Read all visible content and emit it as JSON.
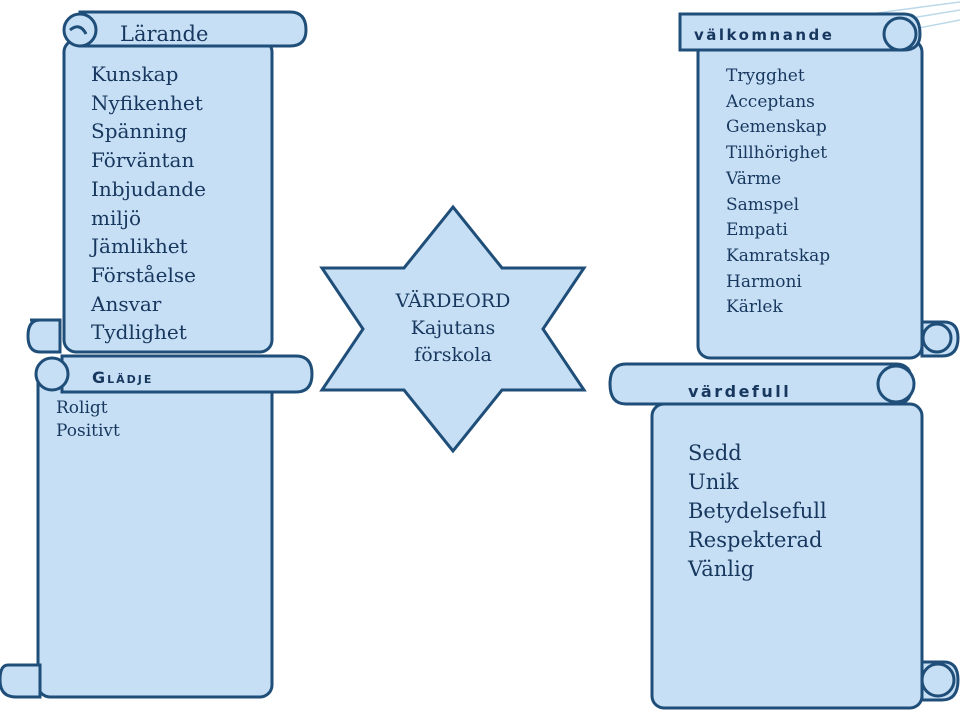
{
  "colors": {
    "fill": "#c6dff5",
    "stroke": "#1f4e79",
    "text": "#17375e"
  },
  "top_left_scroll": {
    "title": "Lärande",
    "items": [
      "Kunskap",
      "Nyfikenhet",
      "Spänning",
      "Förväntan",
      "Inbjudande",
      "miljö",
      "Jämlikhet",
      "Förståelse",
      "Ansvar",
      "Tydlighet"
    ]
  },
  "bottom_left_scroll": {
    "title": "Glädje",
    "items": [
      "Roligt",
      "Positivt"
    ]
  },
  "center_star": {
    "line1": "VÄRDEORD",
    "line2": "Kajutans",
    "line3": "förskola"
  },
  "top_right_scroll": {
    "title": "välkomnande",
    "items": [
      "Trygghet",
      "Acceptans",
      "Gemenskap",
      "Tillhörighet",
      "Värme",
      "Samspel",
      "Empati",
      "Kamratskap",
      "Harmoni",
      "Kärlek"
    ]
  },
  "bottom_right_scroll": {
    "title": "värdefull",
    "items": [
      "Sedd",
      "Unik",
      "Betydelsefull",
      "Respekterad",
      "Vänlig"
    ]
  }
}
